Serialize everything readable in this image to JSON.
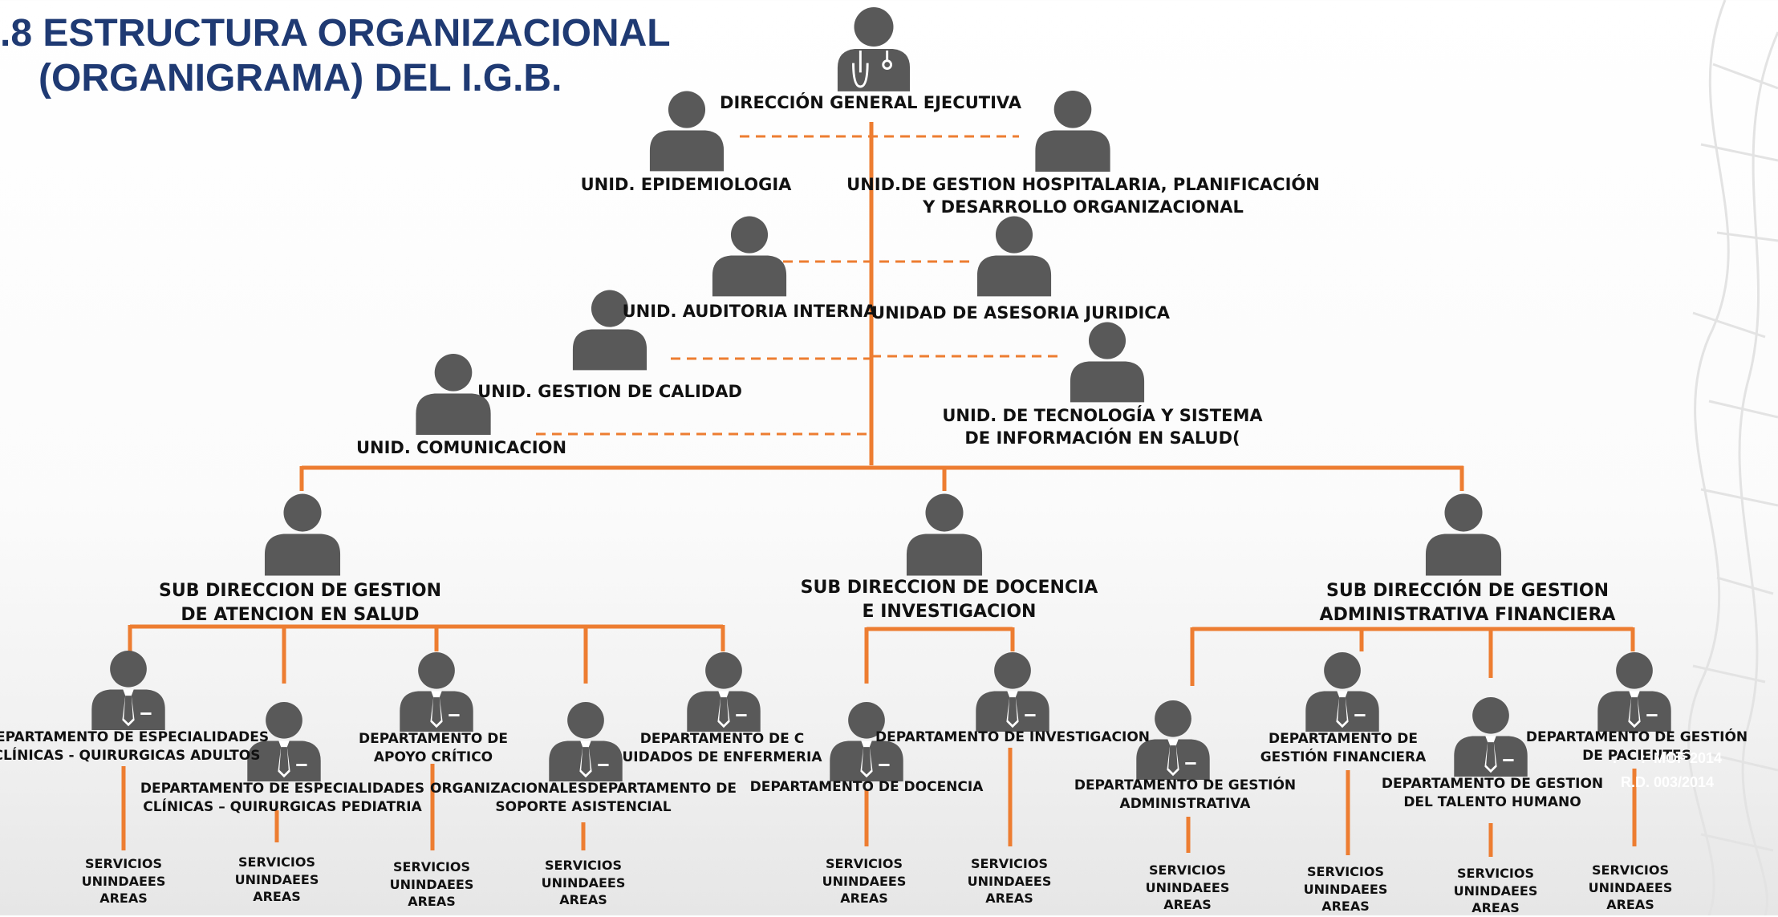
{
  "title": {
    "line1": ".8 ESTRUCTURA ORGANIZACIONAL",
    "line2": "(ORGANIGRAMA) DEL I.G.B."
  },
  "top": {
    "director": "DIRECCIÓN GENERAL EJECUTIVA"
  },
  "staff_units": {
    "epidemiologia": "UNID. EPIDEMIOLOGIA",
    "gestion_hosp": "UNID.DE GESTION HOSPITALARIA, PLANIFICACIÓN\nY DESARROLLO ORGANIZACIONAL",
    "auditoria": "UNID. AUDITORIA INTERNA",
    "asesoria": "UNIDAD DE ASESORIA JURIDICA",
    "calidad": "UNID. GESTION DE CALIDAD",
    "tecnologia": "UNID. DE TECNOLOGÍA Y SISTEMA\nDE INFORMACIÓN EN SALUD(",
    "comunicacion": "UNID. COMUNICACION"
  },
  "sub_directions": {
    "atencion": "SUB DIRECCION DE GESTION\nDE ATENCION EN SALUD",
    "docencia": "SUB DIRECCION DE DOCENCIA\nE INVESTIGACION",
    "financiera": "SUB DIRECCIÓN DE GESTION\nADMINISTRATIVA FINANCIERA"
  },
  "departments": {
    "esp_adultos": "DEPARTAMENTO DE ESPECIALIDADES\nCLÍNICAS - QUIRURGICAS ADULTOS",
    "esp_pediatria": "DEPARTAMENTO DE ESPECIALIDADES\nCLÍNICAS – QUIRURGICAS PEDIATRIA",
    "apoyo_critico": "DEPARTAMENTO DE\nAPOYO CRÍTICO",
    "soporte": "ORGANIZACIONALESDEPARTAMENTO DE\nSOPORTE ASISTENCIAL",
    "enfermeria": "DEPARTAMENTO DE C\nUIDADOS DE ENFERMERIA",
    "docencia": "DEPARTAMENTO DE DOCENCIA",
    "investigacion": "DEPARTAMENTO DE INVESTIGACION",
    "gestion_adm": "DEPARTAMENTO DE GESTIÓN\nADMINISTRATIVA",
    "gestion_fin": "DEPARTAMENTO DE\nGESTIÓN FINANCIERA",
    "talento": "DEPARTAMENTO DE GESTION\nDEL TALENTO HUMANO",
    "pacientes": "DEPARTAMENTO DE GESTIÓN\nDE PACIENTES"
  },
  "services_label": "SERVICIOS\nUNINDAEES\nAREAS",
  "reference_watermark": ".      :  MOF 2014\nR.D. 003/2014",
  "colors": {
    "line": "#ed7d31",
    "icon": "#595959",
    "title": "#1f3a73"
  }
}
